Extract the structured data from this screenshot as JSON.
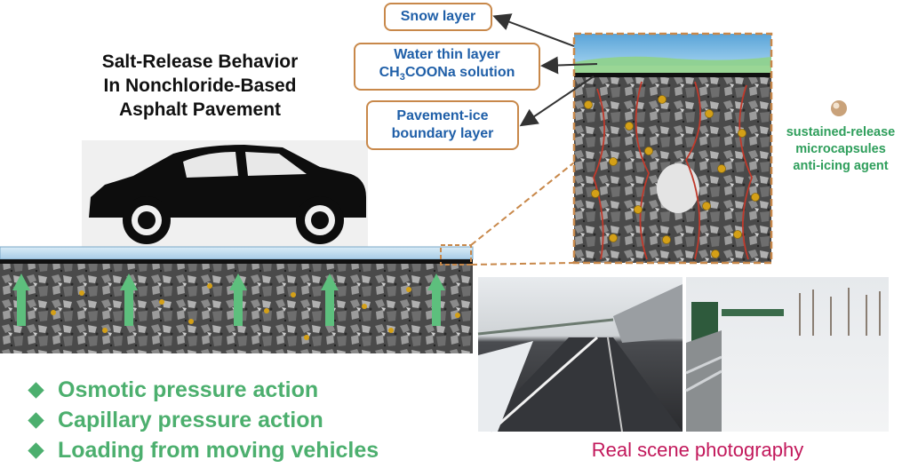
{
  "title_lines": [
    "Salt-Release Behavior",
    "In Nonchloride-Based",
    "Asphalt Pavement"
  ],
  "labels": {
    "snow": "Snow layer",
    "water_line1": "Water thin layer",
    "water_line2_prefix": "CH",
    "water_line2_sub": "3",
    "water_line2_suffix": "COONa solution",
    "boundary_line1": "Pavement-ice",
    "boundary_line2": "boundary layer"
  },
  "microcapsule_label": [
    "sustained-release",
    "microcapsules",
    "anti-icing agent"
  ],
  "actions": [
    "Osmotic pressure action",
    "Capillary pressure action",
    "Loading from moving vehicles"
  ],
  "photo_caption": "Real scene photography",
  "colors": {
    "label_text": "#1f5fa8",
    "label_border": "#c8884a",
    "accent_green": "#4caf6e",
    "caption_magenta": "#c2185b",
    "microcapsule_gold": "#d4a017"
  }
}
